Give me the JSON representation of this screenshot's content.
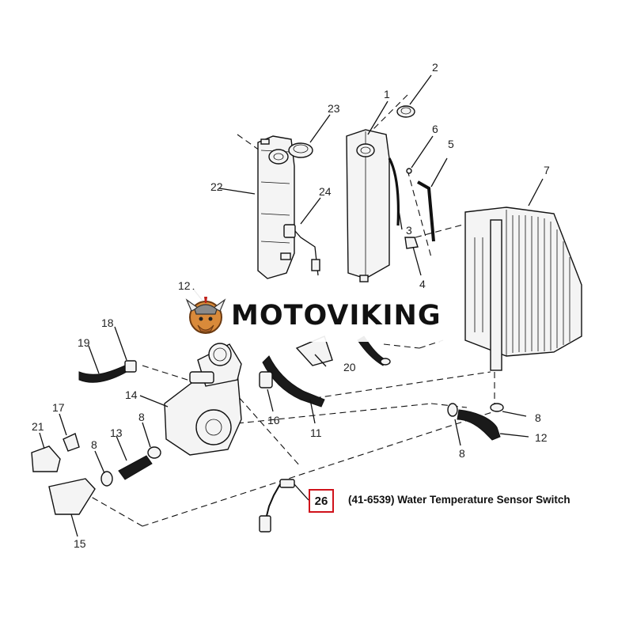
{
  "watermark": {
    "brand": "MOTOVIKING"
  },
  "callout": {
    "number": "26",
    "description": "(41-6539) Water Temperature Sensor Switch",
    "highlight_color": "#d0121b"
  },
  "part_labels": {
    "p1": "1",
    "p2": "2",
    "p3": "3",
    "p4": "4",
    "p5": "5",
    "p6": "6",
    "p7": "7",
    "p8a": "8",
    "p8b": "8",
    "p8c": "8",
    "p8d": "8",
    "p11": "11",
    "p12a": "12",
    "p12b": "12",
    "p13": "13",
    "p14": "14",
    "p15": "15",
    "p16": "16",
    "p17": "17",
    "p18": "18",
    "p19": "19",
    "p20": "20",
    "p21": "21",
    "p22": "22",
    "p23": "23",
    "p24": "24"
  }
}
